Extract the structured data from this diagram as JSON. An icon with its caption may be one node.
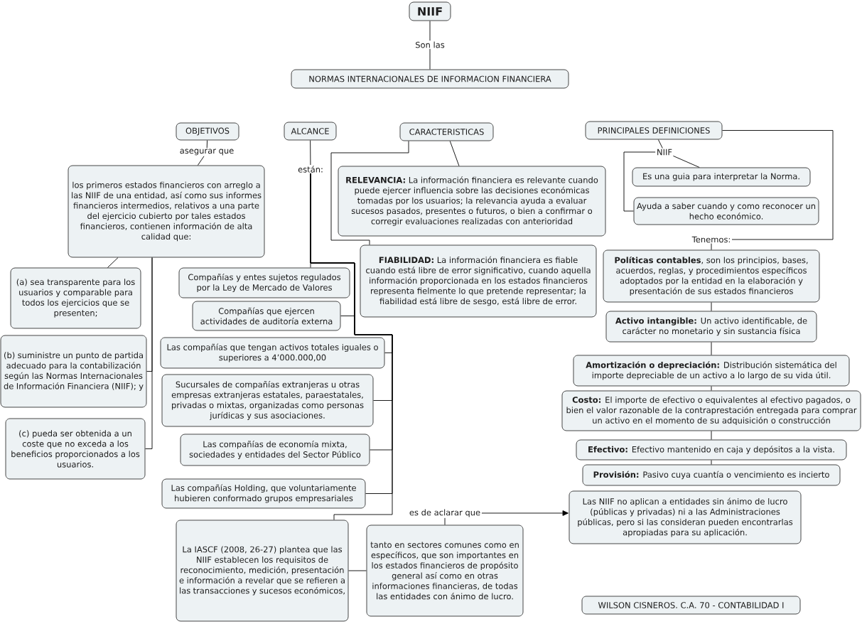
{
  "diagram": {
    "nodes": [
      {
        "text": [
          "NIIF"
        ]
      },
      {
        "text": [
          "Son las"
        ]
      },
      {
        "text": [
          "NORMAS INTERNACIONALES DE INFORMACION FINANCIERA"
        ]
      },
      {
        "text": [
          "OBJETIVOS"
        ]
      },
      {
        "text": [
          "asegurar que"
        ]
      },
      {
        "text": [
          "los primeros estados financieros con arreglo a las NIIF de una entidad, así como sus informes financieros intermedios, relativos a una parte del ejercicio cubierto por tales estados financieros, contienen información de alta calidad que:"
        ]
      },
      {
        "text": [
          "(a) sea transparente para los usuarios y comparable para todos los ejercicios que se presenten;"
        ]
      },
      {
        "text": [
          "(b) suministre un punto de partida adecuado para la contabilización según las Normas Internacionales de Información Financiera (NIIF); y"
        ]
      },
      {
        "text": [
          "(c) pueda ser obtenida a un coste que no exceda a los beneficios proporcionados a los usuarios."
        ]
      },
      {
        "text": [
          "ALCANCE"
        ]
      },
      {
        "text": [
          "están:"
        ]
      },
      {
        "text": [
          "Compañías y entes sujetos regulados por la Ley de Mercado de Valores"
        ]
      },
      {
        "text": [
          "Compañías que ejercen actividades de auditoría externa"
        ]
      },
      {
        "text": [
          "Las compañías que tengan activos totales iguales o superiores a 4’000.000,00"
        ]
      },
      {
        "text": [
          "Sucursales de compañías extranjeras u otras empresas extranjeras estatales, paraestatales, privadas o mixtas, organizadas como personas jurídicas y sus asociaciones."
        ]
      },
      {
        "text": [
          "Las compañías de economía mixta, sociedades y entidades del Sector Público"
        ]
      },
      {
        "text": [
          "Las compañías Holding, que voluntariamente hubieren conformado grupos empresariales"
        ]
      },
      {
        "text": [
          "La IASCF (2008, 26-27) plantea que las NIIF establecen los requisitos de reconocimiento, medición, presentación e información a revelar que se refieren a las transacciones y sucesos económicos,"
        ]
      },
      {
        "text": [
          "CARACTERISTICAS"
        ]
      },
      {
        "text": [
          "**RELEVANCIA:** La información financiera es relevante cuando puede ejercer influencia sobre las decisiones económicas tomadas por los usuarios; la relevancia ayuda a evaluar sucesos pasados, presentes o futuros, o bien a confirmar o corregir evaluaciones realizadas con anterioridad"
        ]
      },
      {
        "text": [
          "**FIABILIDAD:** La información financiera es fiable cuando está libre de error significativo, cuando aquella información proporcionada en los estados financieros representa fielmente lo que pretende representar; la fiabilidad está libre de sesgo, está libre de error."
        ]
      },
      {
        "text": [
          "PRINCIPALES DEFINICIONES"
        ]
      },
      {
        "text": [
          "NIIF"
        ]
      },
      {
        "text": [
          "Es una guia para interpretar la Norma."
        ]
      },
      {
        "text": [
          "Ayuda a saber cuando y como reconocer un hecho económico."
        ]
      },
      {
        "text": [
          "Tenemos:"
        ]
      },
      {
        "text": [
          "**Políticas contables**, son los principios, bases, acuerdos, reglas, y procedimientos específicos adoptados por la entidad en la elaboración y presentación de sus estados financieros"
        ]
      },
      {
        "text": [
          "**Activo intangible:** Un activo identificable, de carácter no monetario y sin sustancia física"
        ]
      },
      {
        "text": [
          "**Amortización o depreciación:** Distribución sistemática del importe depreciable de un activo a lo largo de su vida útil."
        ]
      },
      {
        "text": [
          "**Costo:** El importe de efectivo o equivalentes al efectivo pagados, o bien el valor razonable de la contraprestación entregada para comprar un activo en el momento de su adquisición o construcción"
        ]
      },
      {
        "text": [
          "**Efectivo:** Efectivo mantenido en caja y depósitos a la vista."
        ]
      },
      {
        "text": [
          "**Provisión:** Pasivo cuya cuantía o vencimiento es incierto"
        ]
      },
      {
        "text": [
          "es de aclarar que"
        ]
      },
      {
        "text": [
          "Las NIIF no aplican a entidades sin ánimo de lucro (públicas y privadas) ni a las Administraciones públicas, pero si las consideran pueden encontrarlas apropiadas para su aplicación."
        ]
      },
      {
        "text": [
          "tanto en sectores comunes como en específicos, que son importantes en los estados financieros de propósito general así como en otras informaciones financieras, de todas las entidades con ánimo de lucro."
        ]
      },
      {
        "text": [
          "WILSON CISNEROS. C.A. 70 - CONTABILIDAD I"
        ]
      }
    ],
    "edges": [
      {
        "from": 0,
        "to": 1,
        "arrow": "none"
      },
      {
        "from": 1,
        "to": 2,
        "arrow": "none"
      },
      {
        "from": 3,
        "to": 4,
        "arrow": "none"
      },
      {
        "from": 4,
        "to": 5,
        "arrow": "none"
      },
      {
        "from": 5,
        "to": 6,
        "arrow": "none"
      },
      {
        "from": 5,
        "to": 7,
        "arrow": "none"
      },
      {
        "from": 5,
        "to": 8,
        "arrow": "none"
      },
      {
        "from": 9,
        "to": 10,
        "arrow": "none"
      },
      {
        "from": 10,
        "to": 11,
        "arrow": "none"
      },
      {
        "from": 10,
        "to": 12,
        "arrow": "none"
      },
      {
        "from": 10,
        "to": 13,
        "arrow": "none"
      },
      {
        "from": 10,
        "to": 14,
        "arrow": "none"
      },
      {
        "from": 10,
        "to": 15,
        "arrow": "none"
      },
      {
        "from": 10,
        "to": 16,
        "arrow": "none"
      },
      {
        "from": 10,
        "to": 17,
        "arrow": "none"
      },
      {
        "from": 17,
        "to": 34,
        "arrow": "none"
      },
      {
        "from": 34,
        "to": 32,
        "arrow": "none"
      },
      {
        "from": 32,
        "to": 33,
        "arrow": "to"
      },
      {
        "from": 18,
        "to": 19,
        "arrow": "none"
      },
      {
        "from": 18,
        "to": 20,
        "arrow": "none"
      },
      {
        "from": 21,
        "to": 22,
        "arrow": "none"
      },
      {
        "from": 22,
        "to": 23,
        "arrow": "none"
      },
      {
        "from": 22,
        "to": 24,
        "arrow": "none"
      },
      {
        "from": 21,
        "to": 25,
        "arrow": "none"
      },
      {
        "from": 25,
        "to": 26,
        "arrow": "none"
      },
      {
        "from": 26,
        "to": 27,
        "arrow": "none"
      },
      {
        "from": 27,
        "to": 28,
        "arrow": "none"
      },
      {
        "from": 28,
        "to": 29,
        "arrow": "none"
      },
      {
        "from": 29,
        "to": 30,
        "arrow": "none"
      },
      {
        "from": 30,
        "to": 31,
        "arrow": "none"
      }
    ]
  }
}
